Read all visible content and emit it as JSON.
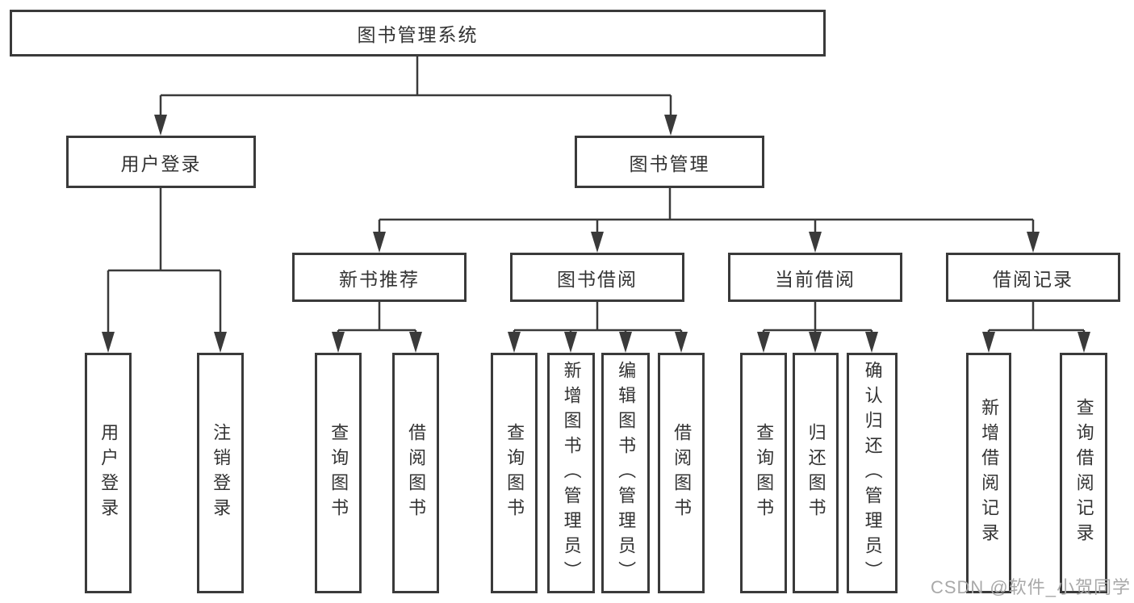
{
  "diagram": {
    "root": {
      "label": "图书管理系统"
    },
    "user_login_branch": {
      "label": "用户登录",
      "leaves": [
        {
          "label": "用户登录"
        },
        {
          "label": "注销登录"
        }
      ]
    },
    "book_mgmt_branch": {
      "label": "图书管理",
      "groups": [
        {
          "label": "新书推荐",
          "leaves": [
            {
              "label": "查询图书"
            },
            {
              "label": "借阅图书"
            }
          ]
        },
        {
          "label": "图书借阅",
          "leaves": [
            {
              "label": "查询图书"
            },
            {
              "label": "新增图书（管理员）"
            },
            {
              "label": "编辑图书（管理员）"
            },
            {
              "label": "借阅图书"
            }
          ]
        },
        {
          "label": "当前借阅",
          "leaves": [
            {
              "label": "查询图书"
            },
            {
              "label": "归还图书"
            },
            {
              "label": "确认归还（管理员）"
            }
          ]
        },
        {
          "label": "借阅记录",
          "leaves": [
            {
              "label": "新增借阅记录"
            },
            {
              "label": "查询借阅记录"
            }
          ]
        }
      ]
    }
  },
  "watermark": {
    "text": "CSDN @软件_小贺同学"
  },
  "colors": {
    "line": "#3a3a3a",
    "text": "#333333",
    "watermark": "#a9a9a9",
    "background": "#ffffff"
  }
}
